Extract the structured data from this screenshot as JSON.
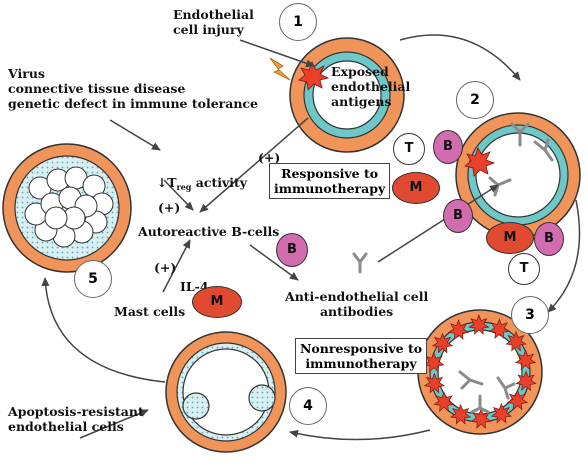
{
  "labels": {
    "endothelial_injury": "Endothelial\ncell injury",
    "exposed_antigens": "Exposed\nendothelial\nantigens",
    "virus_causes": "Virus\nconnective tissue disease\ngenetic defect in immune tolerance",
    "treg_prefix": "↓T",
    "treg_sub": "reg",
    "treg_suffix": " activity",
    "plus": "(+)",
    "autoreactive_b": "Autoreactive B-cells",
    "il4": "IL-4",
    "mast_cells": "Mast cells",
    "anti_endothelial": "Anti-endothelial cell\nantibodies",
    "apoptosis_resistant": "Apoptosis-resistant\nendothelial cells"
  },
  "boxes": {
    "responsive": "Responsive to\nimmunotherapy",
    "nonresponsive": "Nonresponsive to\nimmunotherapy"
  },
  "cells": {
    "t": "T",
    "b": "B",
    "m": "M"
  },
  "steps": [
    "1",
    "2",
    "3",
    "4",
    "5"
  ],
  "colors": {
    "vessel_orange": "#f0945a",
    "vessel_teal": "#6ec8c8",
    "b_cell": "#d36bb0",
    "m_cell": "#e04a30",
    "star_red": "#e8402a",
    "lightning": "#f5a030",
    "dotted_fill": "#d6eef0"
  }
}
